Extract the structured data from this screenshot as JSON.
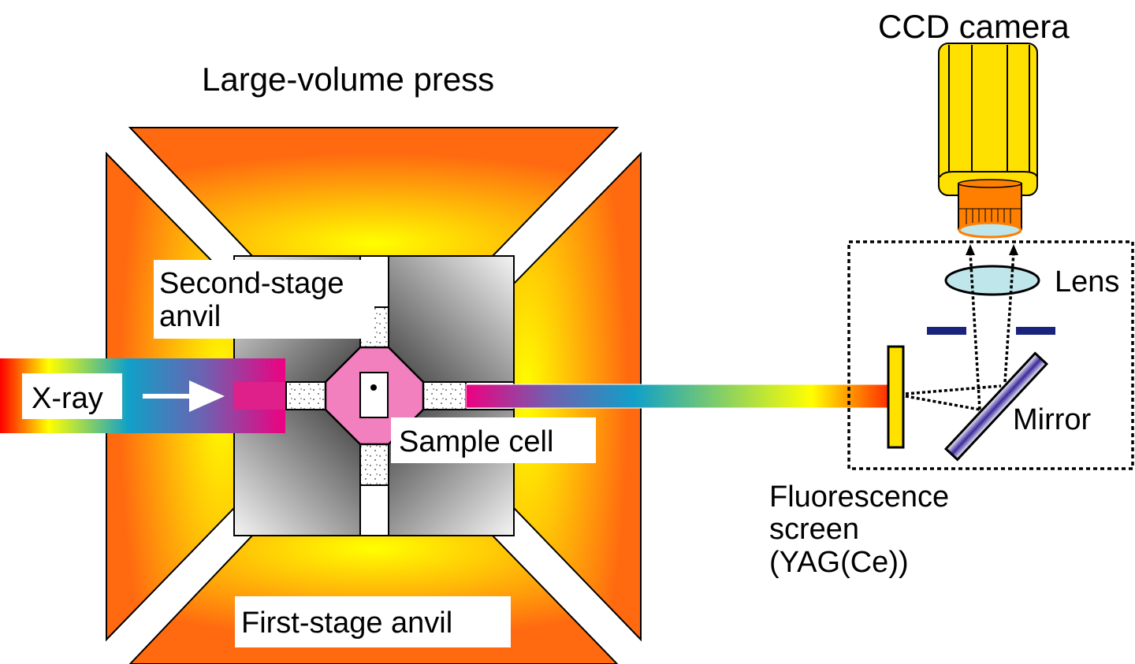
{
  "title": "Large-volume press",
  "labels": {
    "ccd_camera": "CCD camera",
    "lens": "Lens",
    "mirror": "Mirror",
    "xray": "X-ray",
    "second_stage_line1": "Second-stage",
    "second_stage_line2": "anvil",
    "sample_cell": "Sample cell",
    "first_stage": "First-stage anvil",
    "fluor_line1": "Fluorescence",
    "fluor_line2": "screen",
    "fluor_line3": "(YAG(Ce))"
  },
  "colors": {
    "anvil_edge": "#ff6a10",
    "anvil_center": "#ffff00",
    "camera_body": "#ffe100",
    "camera_lens_mount": "#ff7f00",
    "lens_fill": "#bfe6ea",
    "sample_cell": "#f27fbe",
    "aperture": "#1a237e",
    "mirror": "#3b2a9c",
    "screen": "#ffe100"
  }
}
